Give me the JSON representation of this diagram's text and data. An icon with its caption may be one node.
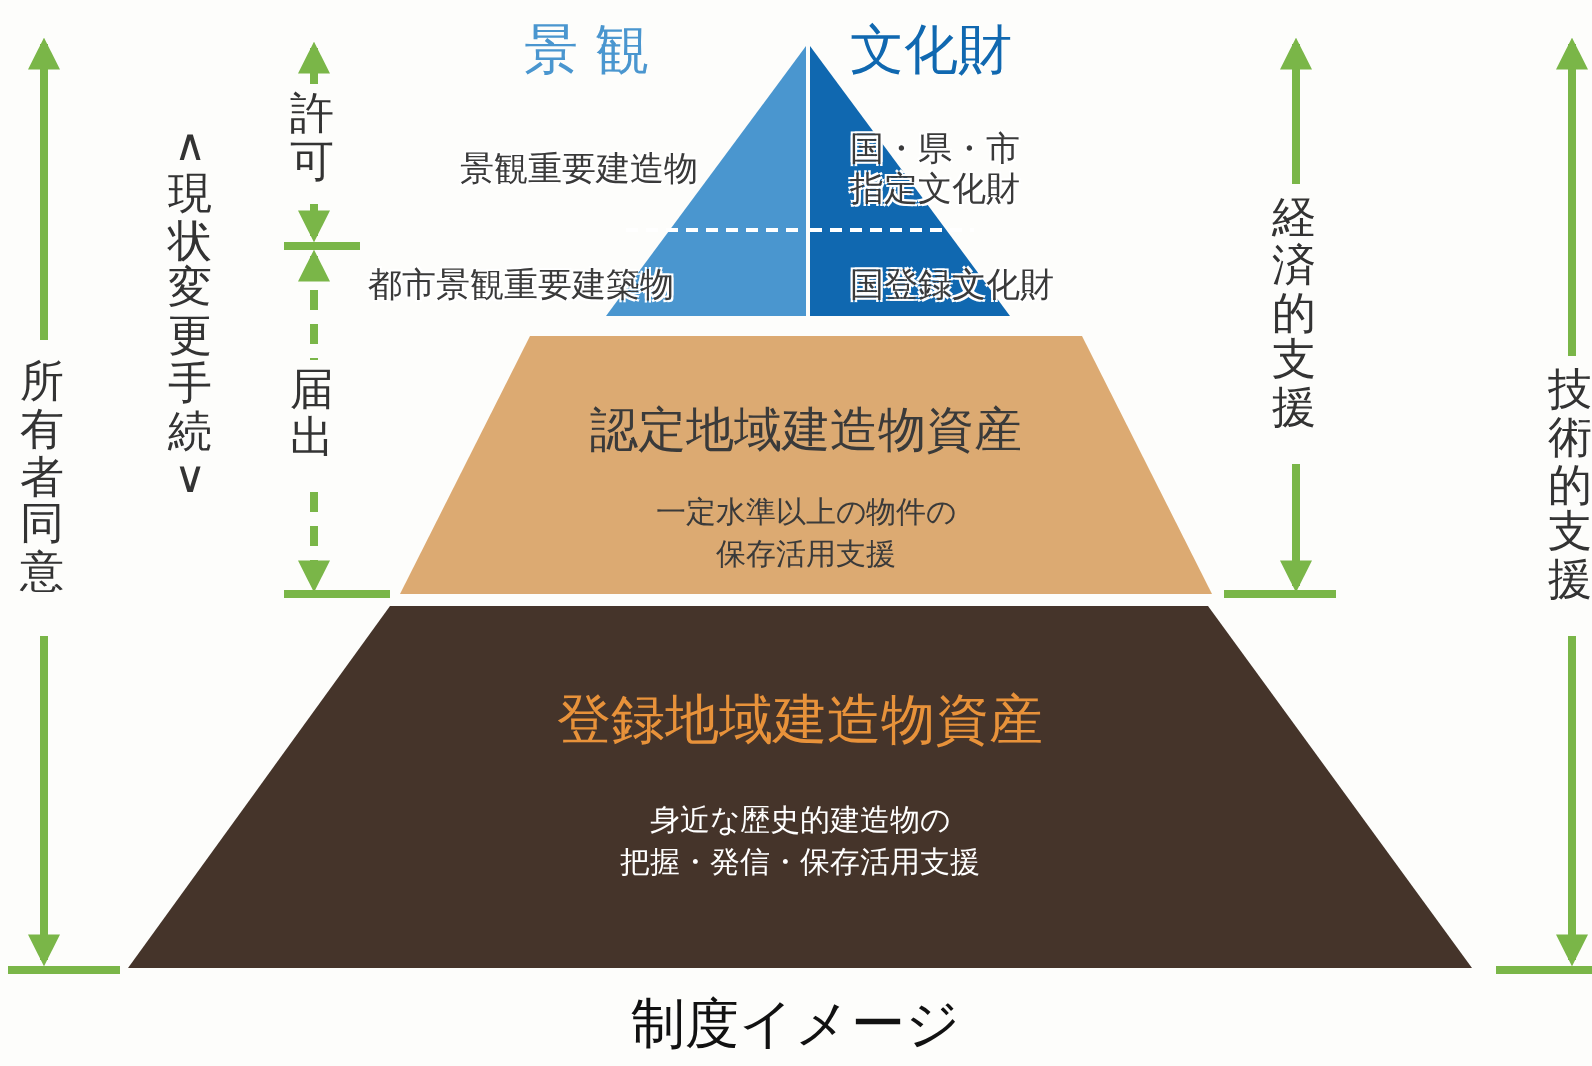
{
  "diagram": {
    "caption": "制度イメージ",
    "nodes": [
      {
        "text": [
          "景 観",
          "景観重要建造物",
          "都市景観重要建築物"
        ]
      },
      {
        "text": [
          "文化財",
          "国・県・市指定文化財",
          "国登録文化財"
        ]
      },
      {
        "text": [
          "認定地域建造物資産",
          "一定水準以上の物件の保存活用支援"
        ]
      },
      {
        "text": [
          "登録地域建造物資産",
          "身近な歴史的建造物の把握・発信・保存活用支援"
        ]
      }
    ],
    "edges": [],
    "labels": [
      "所有者同意",
      "∧現状変更手続∨",
      "許可",
      "届出",
      "経済的支援",
      "技術的支援"
    ]
  }
}
